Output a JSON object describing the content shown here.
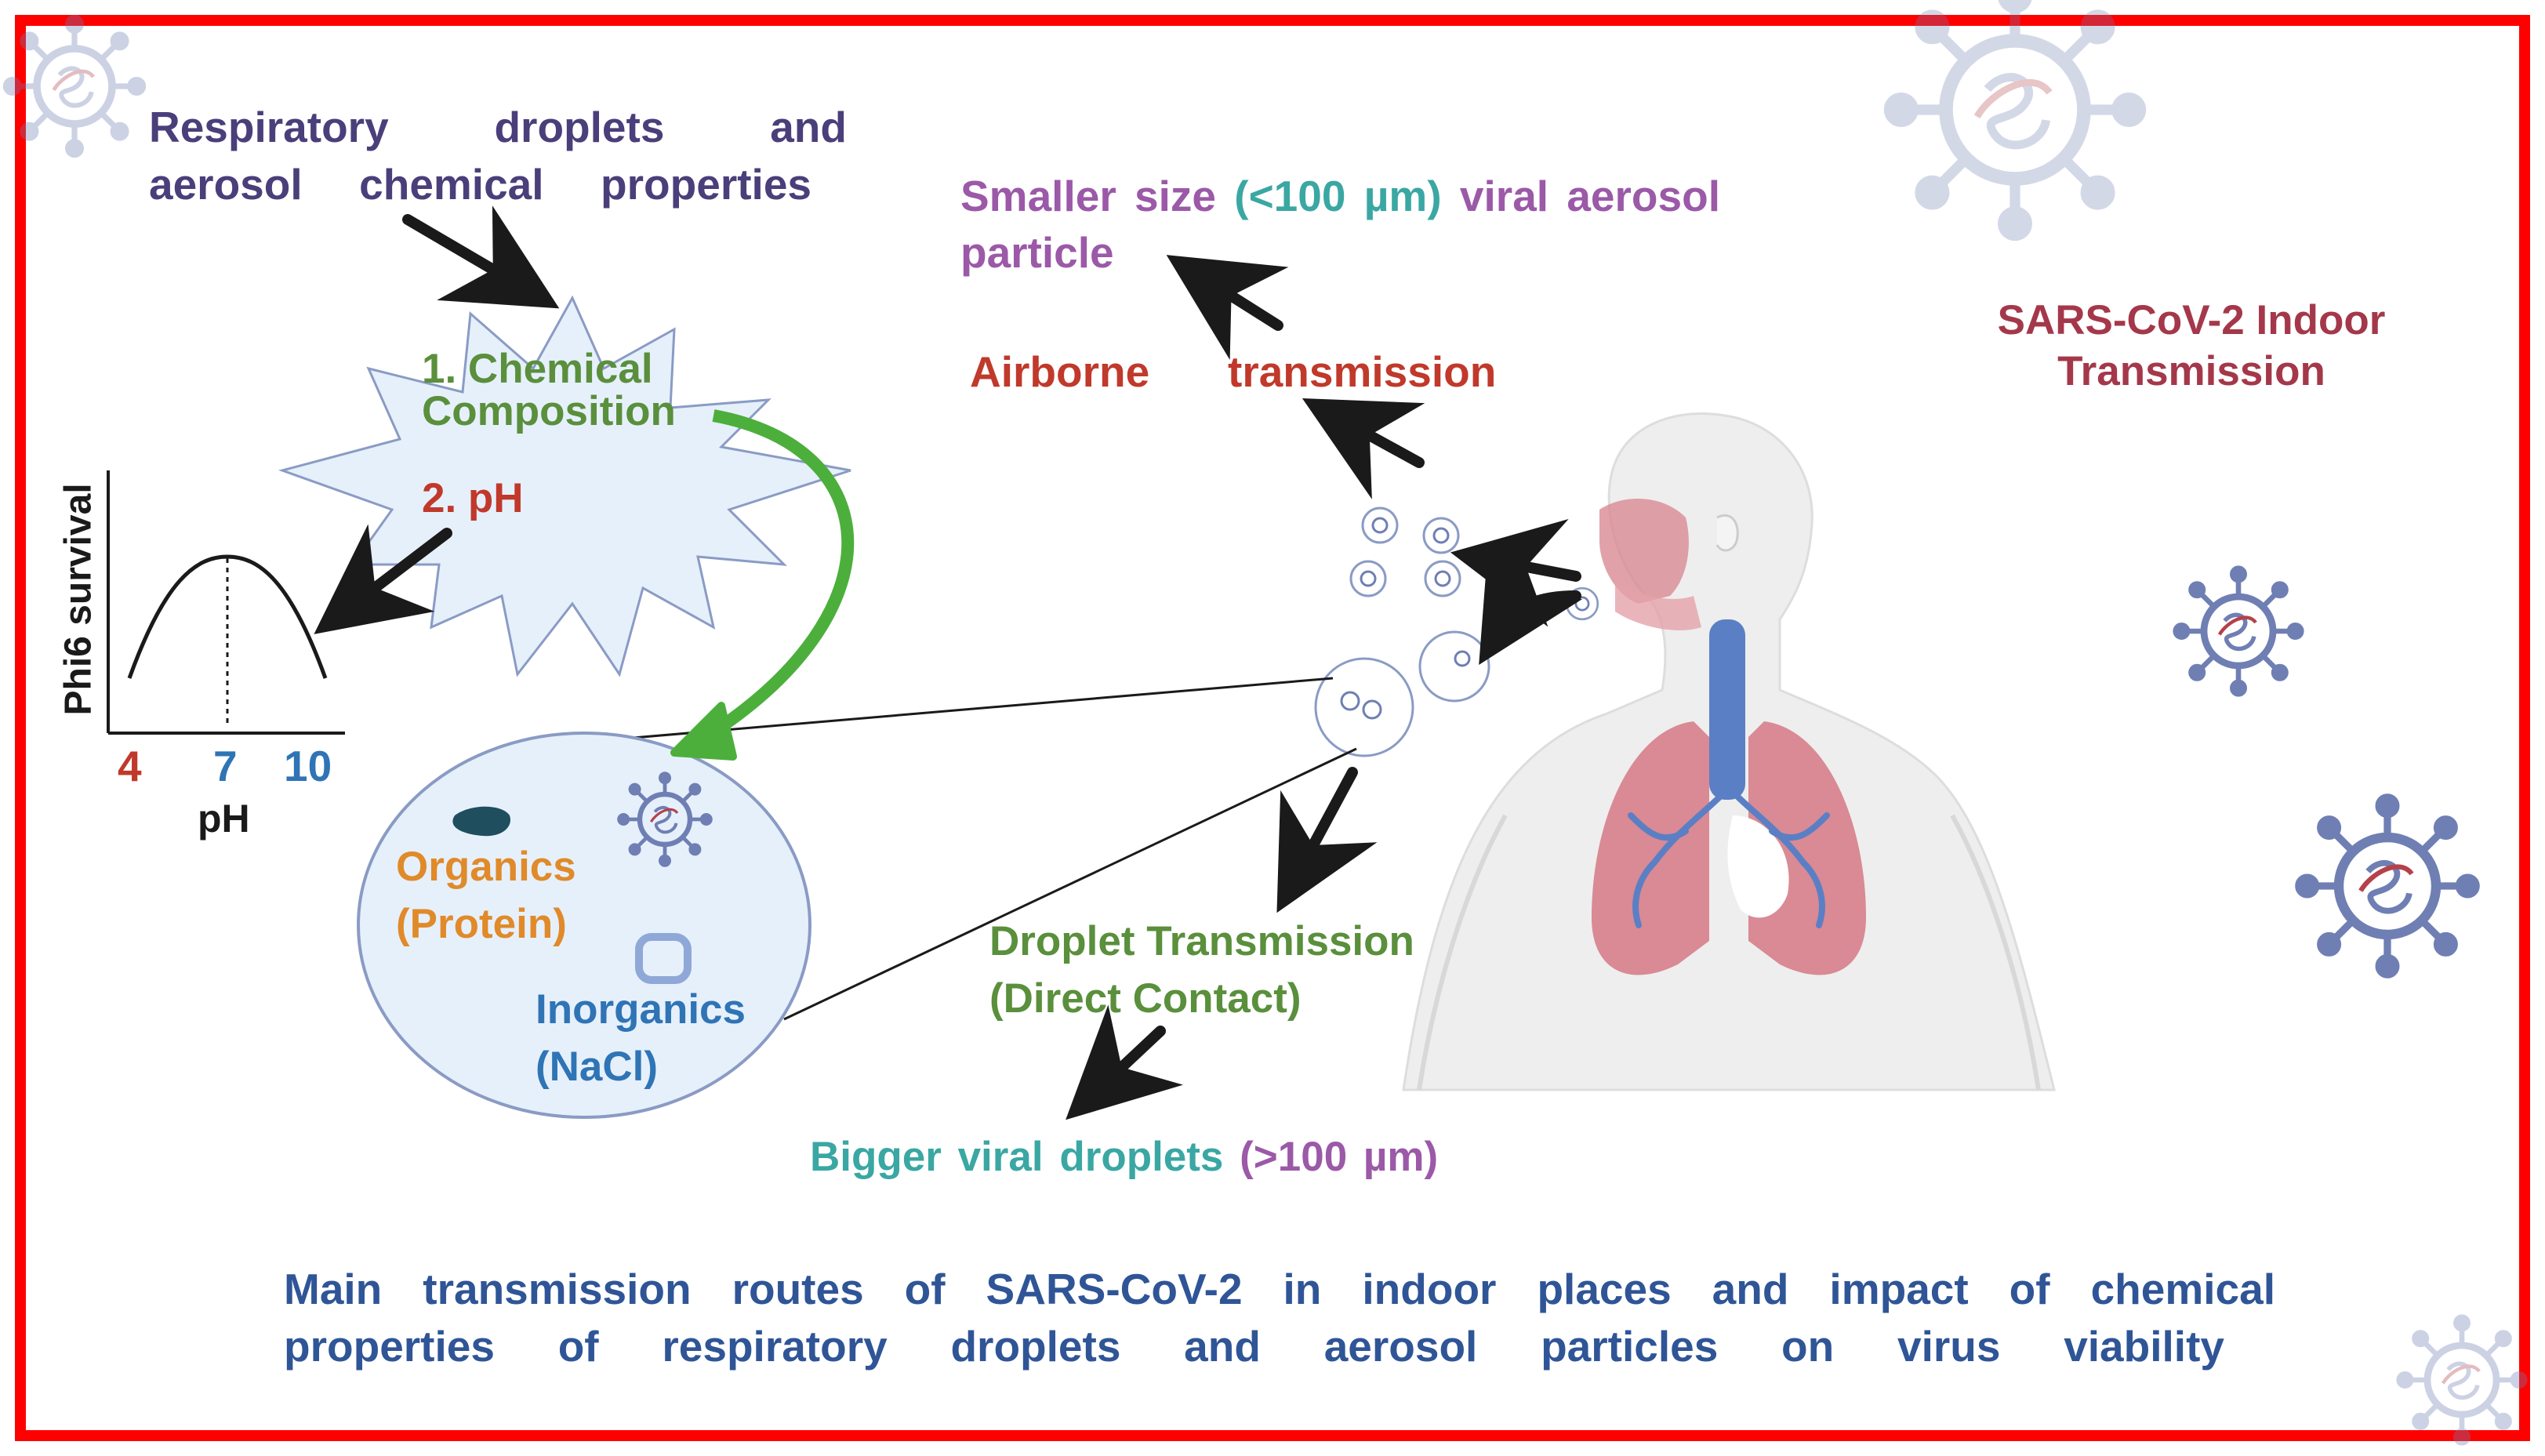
{
  "colors": {
    "frame": "#ff0000",
    "purple_text": "#4a3f7a",
    "magenta_text": "#9b59a8",
    "teal_text": "#3aa7a3",
    "red_text": "#c0392b",
    "dark_red_text": "#a4384a",
    "green_text": "#5a8f3c",
    "green_arrow": "#4caf3c",
    "orange_text": "#e08a2a",
    "blue_text": "#2f74b5",
    "navy_text": "#2f5597",
    "cell_fill": "#e6f0fb",
    "lung_fill": "#d98a94",
    "trachea_fill": "#5b7fc4",
    "body_fill": "#eeeeee",
    "virus_color": "#6f7fb3"
  },
  "heading": {
    "line1": "Respiratory droplets and",
    "line2": "aerosol chemical properties"
  },
  "starburst": {
    "item1_line1": "1. Chemical",
    "item1_line2": "Composition",
    "item2": "2. pH"
  },
  "ph_graph": {
    "y_label": "Phi6 survival",
    "x_label": "pH",
    "ticks": [
      "4",
      "7",
      "10"
    ]
  },
  "cell": {
    "organics_line1": "Organics",
    "organics_line2": "(Protein)",
    "inorganics_line1": "Inorganics",
    "inorganics_line2": "(NaCl)"
  },
  "aerosol": {
    "prefix": "Smaller size",
    "size": "(<100 µm)",
    "suffix": "viral aerosol",
    "line2": "particle"
  },
  "airborne": {
    "word1": "Airborne",
    "word2": "transmission"
  },
  "title_right": {
    "line1": "SARS-CoV-2 Indoor",
    "line2": "Transmission"
  },
  "droplet": {
    "line1": "Droplet Transmission",
    "line2": "(Direct Contact)"
  },
  "bigger": {
    "prefix": "Bigger viral droplets",
    "size": "(>100 µm)"
  },
  "caption": {
    "line1": "Main transmission routes of SARS-CoV-2 in indoor places and impact of chemical",
    "line2": "properties of respiratory droplets and aerosol particles on virus viability"
  }
}
